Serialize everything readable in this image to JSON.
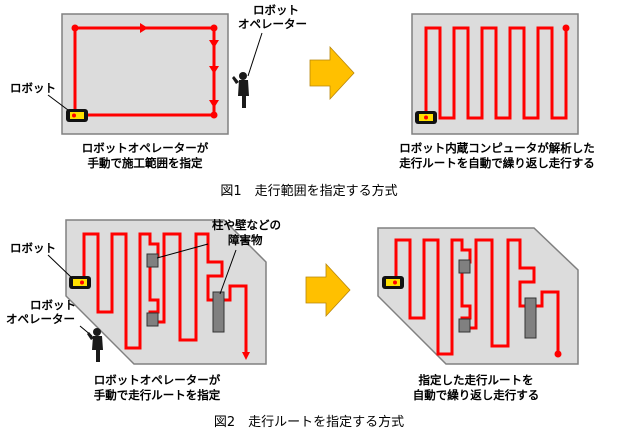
{
  "figure1": {
    "label_robot": "ロボット",
    "label_operator": [
      "ロボット",
      "オペレーター"
    ],
    "caption_left": [
      "ロボットオペレーターが",
      "手動で施工範囲を指定"
    ],
    "caption_right": [
      "ロボット内蔵コンピュータが解析した",
      "走行ルートを自動で繰り返し走行する"
    ],
    "title": "図1　走行範囲を指定する方式"
  },
  "figure2": {
    "label_robot": "ロボット",
    "label_operator": [
      "ロボット",
      "オペレーター"
    ],
    "label_obstacle": [
      "柱や壁などの",
      "障害物"
    ],
    "caption_left": [
      "ロボットオペレーターが",
      "手動で走行ルートを指定"
    ],
    "caption_right": [
      "指定した走行ルートを",
      "自動で繰り返し走行する"
    ],
    "title": "図2　走行ルートを指定する方式"
  },
  "colors": {
    "route": "#ff0000",
    "area": "#dcdcdc",
    "obstacle": "#808080",
    "arrow": "#ffc000",
    "robot": "#ffe000"
  }
}
